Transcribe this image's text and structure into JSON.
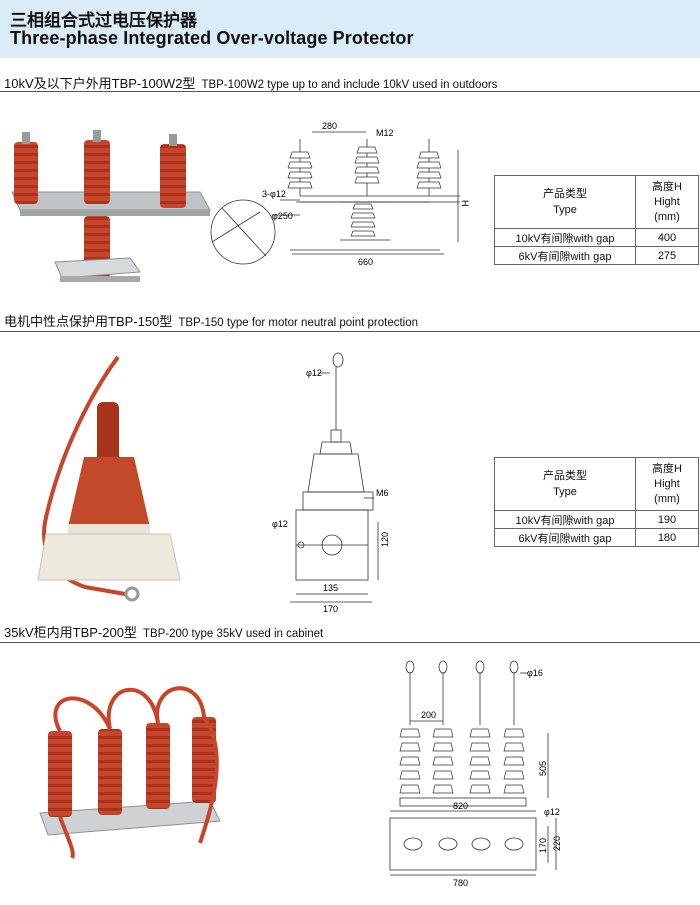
{
  "header": {
    "title_cn": "三相组合式过电压保护器",
    "title_en": "Three-phase Integrated Over-voltage Protector"
  },
  "sections": [
    {
      "heading_cn": "10kV及以下户外用TBP-100W2型",
      "heading_en": "TBP-100W2 type up to and include 10kV used in outdoors",
      "dims": {
        "d1": "280",
        "d2": "M12",
        "d3": "3-φ12",
        "d4": "φ250",
        "d5": "660",
        "d6": "H"
      },
      "table": {
        "col1": [
          "产品类型",
          "Type"
        ],
        "col2": [
          "高度H",
          "Hight",
          "(mm)"
        ],
        "rows": [
          [
            "10kV有间隙with gap",
            "400"
          ],
          [
            "6kV有间隙with gap",
            "275"
          ]
        ]
      }
    },
    {
      "heading_cn": "电机中性点保护用TBP-150型",
      "heading_en": "TBP-150 type for motor neutral point protection",
      "dims": {
        "d1": "φ12",
        "d2": "M6",
        "d3": "φ12",
        "d4": "120",
        "d5": "135",
        "d6": "170"
      },
      "table": {
        "col1": [
          "产品类型",
          "Type"
        ],
        "col2": [
          "高度H",
          "Hight",
          "(mm)"
        ],
        "rows": [
          [
            "10kV有间隙with gap",
            "190"
          ],
          [
            "6kV有间隙with gap",
            "180"
          ]
        ]
      }
    },
    {
      "heading_cn": "35kV柜内用TBP-200型",
      "heading_en": "TBP-200 type 35kV used in cabinet",
      "dims": {
        "d1": "φ16",
        "d2": "200",
        "d3": "505",
        "d4": "820",
        "d5": "φ12",
        "d6": "170",
        "d7": "220",
        "d8": "780"
      }
    }
  ],
  "colors": {
    "header_bg": "#d9ecf7",
    "insulator": "#c8442a",
    "base": "#cfd2d4"
  }
}
